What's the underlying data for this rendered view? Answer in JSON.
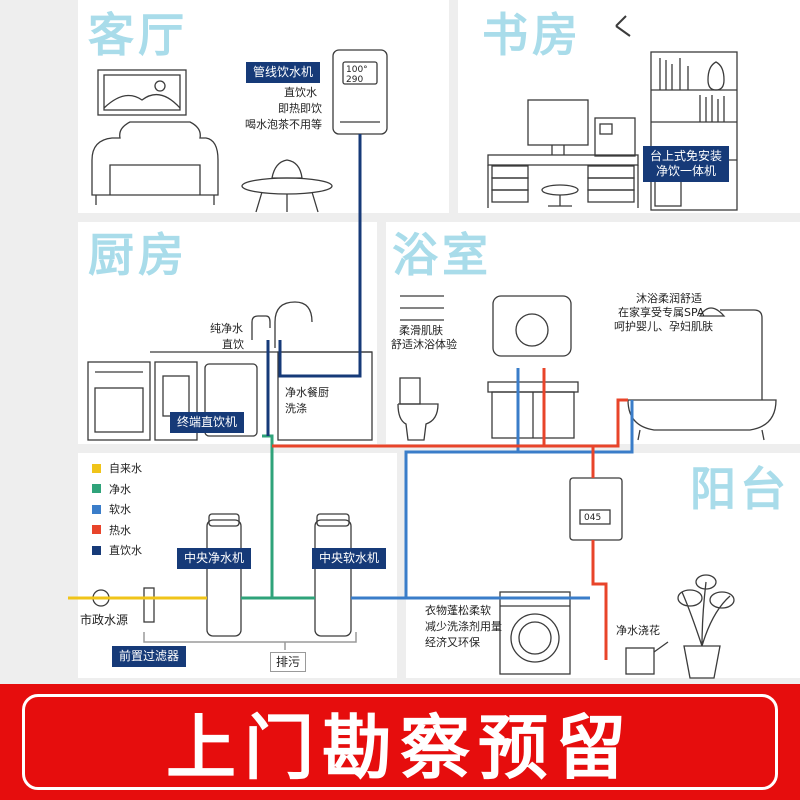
{
  "rooms": {
    "living": "客厅",
    "study": "书房",
    "kitchen": "厨房",
    "bathroom": "浴室",
    "balcony": "阳台"
  },
  "labels": {
    "pipeline_dispenser": "管线饮水机",
    "dispenser_features": [
      "直饮水",
      "即热即饮",
      "喝水泡茶不用等"
    ],
    "desktop_unit": [
      "台上式免安装",
      "净饮一体机"
    ],
    "pure_water": [
      "纯净水",
      "直饮"
    ],
    "terminal_drinker": "终端直饮机",
    "kitchen_wash": [
      "净水餐厨",
      "洗涤"
    ],
    "shower_note": [
      "沐浴柔润舒适",
      "在家享受专属SPA",
      "呵护婴儿、孕妇肌肤"
    ],
    "skin_note": [
      "柔滑肌肤",
      "舒适沐浴体验"
    ],
    "central_purifier": "中央净水机",
    "central_softener": "中央软水机",
    "municipal_source": "市政水源",
    "prefilter": "前置过滤器",
    "drain": "排污",
    "laundry_note": [
      "衣物蓬松柔软",
      "减少洗涤剂用量",
      "经济又环保"
    ],
    "watering": "净水浇花"
  },
  "dispenser_display": {
    "top": "100°",
    "bottom": "290"
  },
  "heater_display": "045",
  "legend": [
    {
      "label": "自来水",
      "color": "#f0c419"
    },
    {
      "label": "净水",
      "color": "#2fa37a"
    },
    {
      "label": "软水",
      "color": "#3a7dc9"
    },
    {
      "label": "热水",
      "color": "#e8442a"
    },
    {
      "label": "直饮水",
      "color": "#163a78"
    }
  ],
  "banner": "上门勘察预留"
}
